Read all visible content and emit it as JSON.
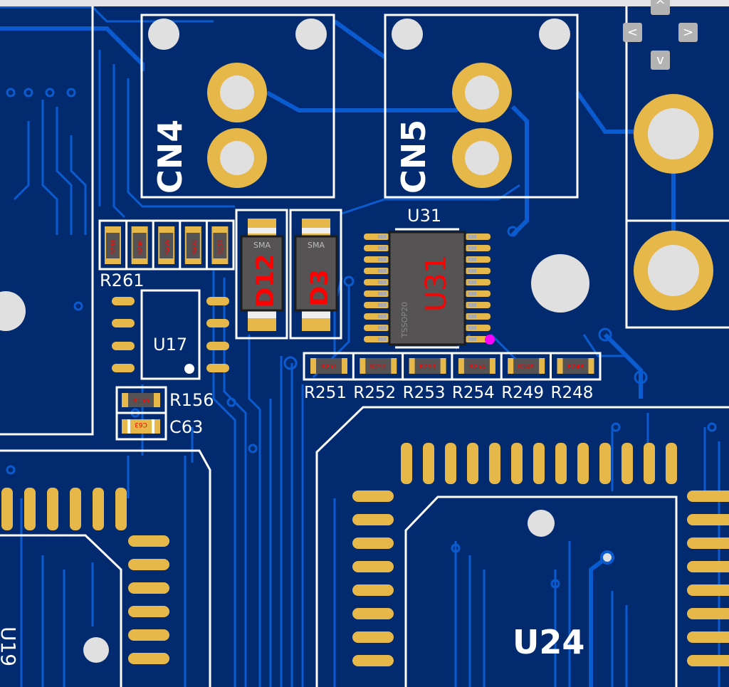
{
  "viewer": {
    "nav_up": "^",
    "nav_left": "<",
    "nav_right": ">",
    "nav_down": "v"
  },
  "colors": {
    "board": "#022a6e",
    "trace": "#0b5bd0",
    "pad": "#e6b84a",
    "silkscreen": "#ffffff",
    "fab_text": "#ff0000",
    "pin1_marker": "#ff00ff"
  },
  "components": {
    "cn4": "CN4",
    "cn5": "CN5",
    "u31_ref": "U31",
    "u31_fab": "U31",
    "u31_pkg": "TSSOP20",
    "d12": "D12",
    "d3": "D3",
    "d_pkg": "SMA",
    "r261": "R261",
    "res_array": [
      "R261",
      "R260",
      "R259",
      "R255",
      "R257"
    ],
    "u17": "U17",
    "r156": "R156",
    "c63": "C63",
    "res_row": [
      "R251",
      "R252",
      "R253",
      "R254",
      "R249",
      "R248"
    ],
    "u24": "U24",
    "u19": "U19"
  }
}
